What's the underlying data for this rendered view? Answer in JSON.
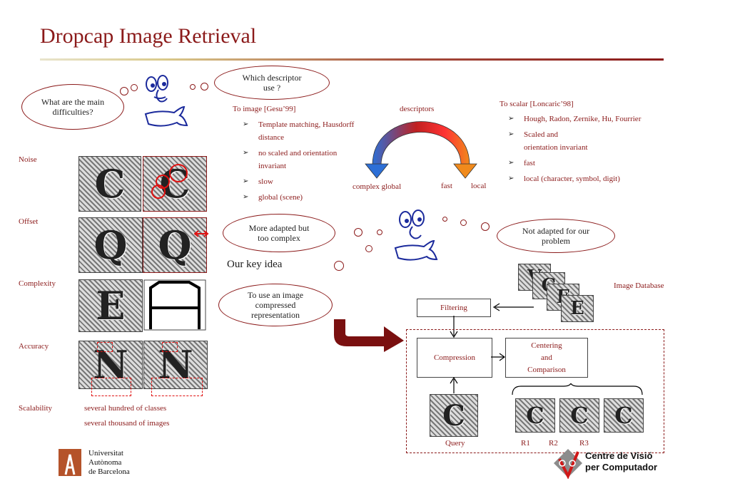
{
  "title": "Dropcap Image Retrieval",
  "clouds": {
    "difficulties": "What are the main difficulties?",
    "descriptor": "Which descriptor  use ?",
    "adapted": "More adapted but too complex",
    "not_adapted": "Not adapted for our problem",
    "compressed": "To use an image compressed representation"
  },
  "issues": {
    "noise": "Noise",
    "offset": "Offset",
    "complexity": "Complexity",
    "accuracy": "Accuracy",
    "scalability": "Scalability",
    "scal_line1": "several hundred of classes",
    "scal_line2": "several thousand of images"
  },
  "to_image": {
    "heading": "To image [Gesu’99]",
    "items": [
      "Template matching, Hausdorff distance",
      "no scaled and orientation invariant",
      "slow",
      "global (scene)"
    ]
  },
  "to_scalar": {
    "heading": "To scalar [Loncaric’98]",
    "items": [
      "Hough, Radon, Zernike, Hu, Fourrier",
      "Scaled and orientation invariant",
      "fast",
      "local (character, symbol, digit)"
    ]
  },
  "arc": {
    "descriptors": "descriptors",
    "complex_global": "complex global",
    "fast": "fast",
    "local": "local"
  },
  "key_idea": "Our key idea",
  "pipeline": {
    "image_database": "Image Database",
    "filtering": "Filtering",
    "compression": "Compression",
    "centering": "Centering and Comparison",
    "query": "Query",
    "r1": "R1",
    "r2": "R2",
    "r3": "R3"
  },
  "logos": {
    "uab_line1": "Universitat",
    "uab_line2": "Autònoma",
    "uab_line3": "de Barcelona",
    "cvc_line1": "Centre de Visió",
    "cvc_line2": "per Computador"
  },
  "colors": {
    "accent": "#8b1a1a",
    "arc_orange": "#f08a1c",
    "arc_blue": "#2d6fd6"
  }
}
